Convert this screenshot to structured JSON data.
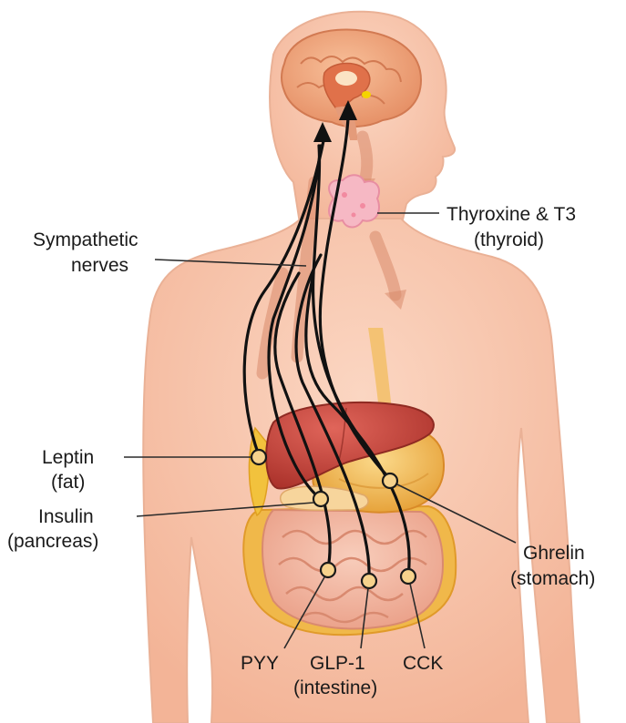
{
  "labels": {
    "thyroid_name": "Thyroxine & T3",
    "thyroid_source": "(thyroid)",
    "sympathetic_line1": "Sympathetic",
    "sympathetic_line2": "nerves",
    "leptin_name": "Leptin",
    "leptin_source": "(fat)",
    "insulin_name": "Insulin",
    "insulin_source": "(pancreas)",
    "ghrelin_name": "Ghrelin",
    "ghrelin_source": "(stomach)",
    "pyy": "PYY",
    "glp1": "GLP-1",
    "cck": "CCK",
    "intestine_source": "(intestine)"
  },
  "colors": {
    "skin": "#f7c4aa",
    "skin_outline": "#eab196",
    "brain": "#f0a47a",
    "liver": "#c8443a",
    "stomach": "#f3b84a",
    "intestine": "#f2b7a0",
    "thyroid": "#f4a9b8",
    "fat": "#f2c23d",
    "nerve": "#111111"
  },
  "icons": [
    "brain-icon",
    "thyroid-icon",
    "liver-icon",
    "stomach-icon",
    "pancreas-icon",
    "intestine-icon"
  ]
}
